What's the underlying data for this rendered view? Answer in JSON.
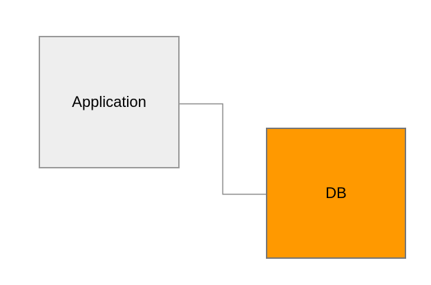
{
  "diagram": {
    "background": "#ffffff",
    "nodes": [
      {
        "id": "application",
        "label": "Application",
        "fill": "#eeeeee",
        "border_color": "#999999",
        "text_color": "#000000",
        "shape": "rectangle"
      },
      {
        "id": "db",
        "label": "DB",
        "fill": "#ff9900",
        "border_color": "#767676",
        "text_color": "#000000",
        "shape": "rectangle"
      }
    ],
    "edges": [
      {
        "from": "application",
        "to": "db",
        "type": "orthogonal-elbow",
        "color": "#8c8c8c",
        "arrowhead": "none"
      }
    ]
  }
}
